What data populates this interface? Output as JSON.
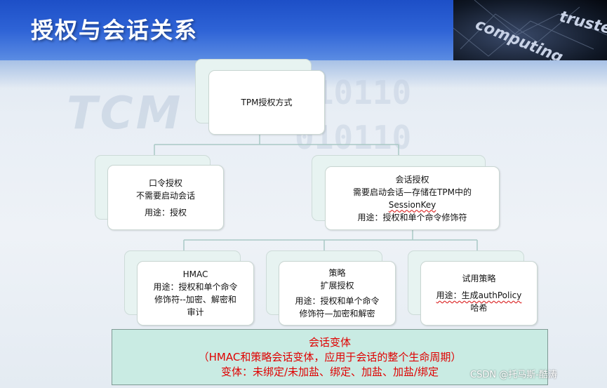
{
  "title": "授权与会话关系",
  "logo": {
    "text_top": "trusted",
    "text_bottom": "computing"
  },
  "background": {
    "watermark_logo": "TCM",
    "digits": "010110\n010110\n  0101"
  },
  "root": {
    "label": "TPM授权方式"
  },
  "level1": [
    {
      "lines": [
        "口令授权",
        "不需要启动会话",
        "用途：授权"
      ]
    },
    {
      "lines": [
        "会话授权",
        "需要启动会话—存储在TPM中的",
        "SessionKey",
        "用途：授权和单个命令修饰符"
      ]
    }
  ],
  "level2": [
    {
      "lines": [
        "HMAC",
        "用途：授权和单个命令",
        "修饰符--加密、解密和",
        "审计"
      ]
    },
    {
      "lines": [
        "策略",
        "扩展授权",
        "用途：授权和单个命令",
        "修饰符—加密和解密"
      ]
    },
    {
      "lines": [
        "试用策略",
        "用途：生成authPolicy",
        "哈希"
      ]
    }
  ],
  "variant": {
    "line1": "会话变体",
    "line2": "（HMAC和策略会话变体，应用于会话的整个生命周期）",
    "line3": "变体：未绑定/未加盐、绑定、加盐、加盐/绑定"
  },
  "watermark": "CSDN @托马斯-酷涛",
  "colors": {
    "header": "#2e63d6",
    "variant_bg": "#c9ebe3",
    "variant_text": "#e00000",
    "box_back": "#e7f3f1"
  }
}
